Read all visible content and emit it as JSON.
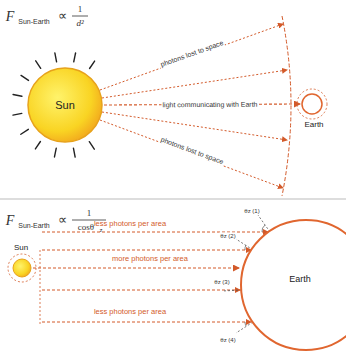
{
  "diagram": {
    "nodes": [
      {
        "text": [
          "Sun"
        ]
      },
      {
        "text": [
          "Earth"
        ]
      },
      {
        "text": [
          "Sun"
        ]
      },
      {
        "text": [
          "Earth"
        ]
      }
    ],
    "edges": [
      {
        "from": 0,
        "to": 1,
        "arrow": "to",
        "label": "light communicating with Earth"
      },
      {
        "from": 2,
        "to": 3,
        "arrow": "to"
      }
    ],
    "labels": [
      "F",
      "Sun-Earth",
      "∝",
      "1",
      "d²",
      "photons lost to space",
      "photons lost to space",
      "F",
      "Sun-Earth",
      "∝",
      "1",
      "cosθ",
      "z",
      "less photons per area",
      "more photons per area",
      "less photons per area",
      "θz (1)",
      "θz (2)",
      "θz (3)",
      "θz (4)"
    ]
  }
}
